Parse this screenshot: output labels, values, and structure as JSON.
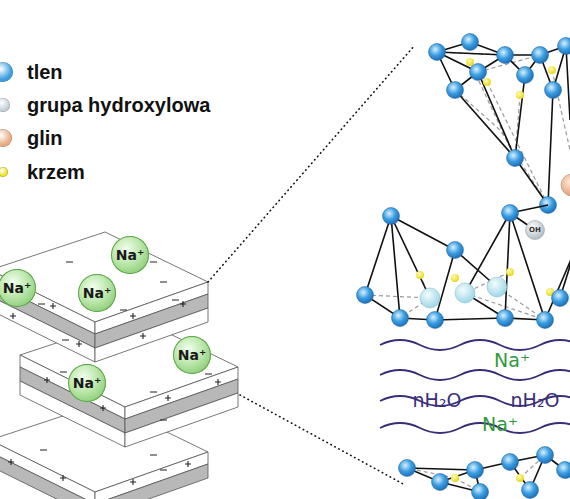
{
  "diagram": {
    "nodes": [
      {
        "text": [
          "Na⁺"
        ]
      },
      {
        "text": [
          "Na⁺"
        ]
      },
      {
        "text": [
          "Na⁺"
        ]
      },
      {
        "text": [
          "Na⁺"
        ]
      },
      {
        "text": [
          "Na⁺"
        ]
      }
    ],
    "labels": [
      "OH",
      "Na⁺",
      "nH₂O",
      "nH₂O",
      "Na⁺"
    ],
    "legend": [
      {
        "text": "tlen",
        "color": "#3a9ee0"
      },
      {
        "text": "grupa hydroxylowa",
        "color": "#c4d0d8"
      },
      {
        "text": "glin",
        "color": "#e8aa80"
      },
      {
        "text": "krzem",
        "color": "#ece020"
      }
    ]
  }
}
